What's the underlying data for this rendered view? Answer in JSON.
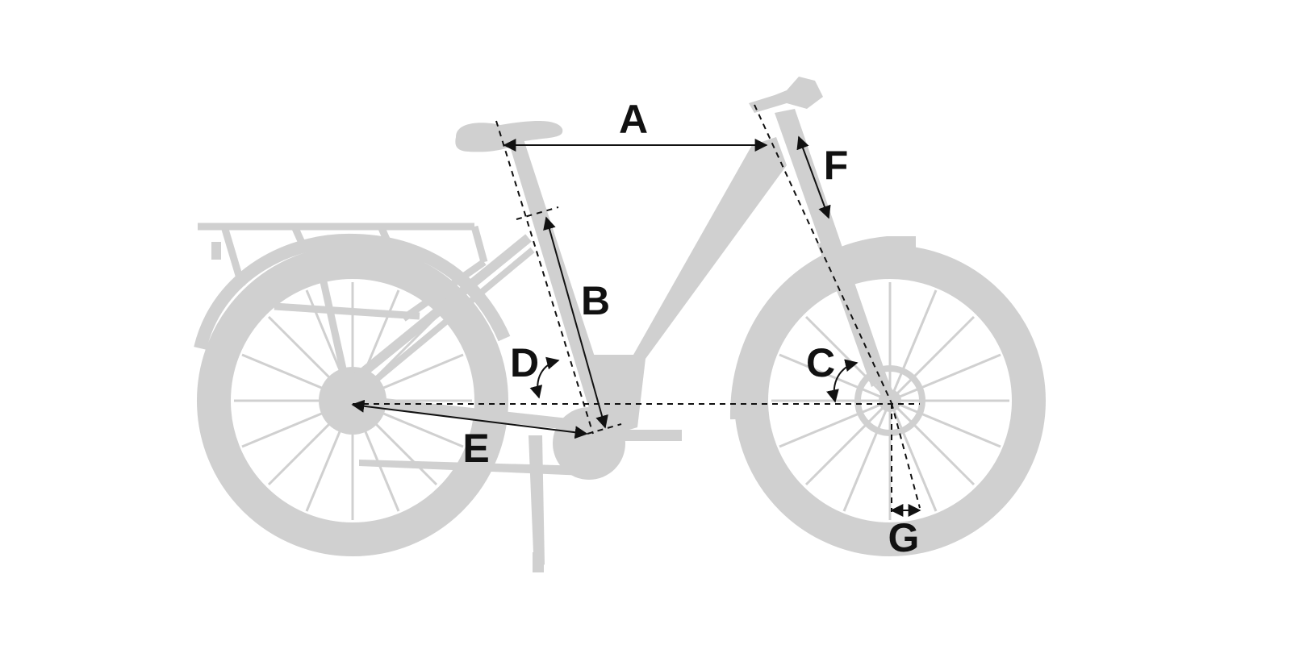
{
  "diagram": {
    "title": "Bike geometry",
    "labels": {
      "A": "A",
      "B": "B",
      "C": "C",
      "D": "D",
      "E": "E",
      "F": "F",
      "G": "G"
    },
    "colors": {
      "bike": "#d0d0d0",
      "lines": "#111111"
    }
  }
}
